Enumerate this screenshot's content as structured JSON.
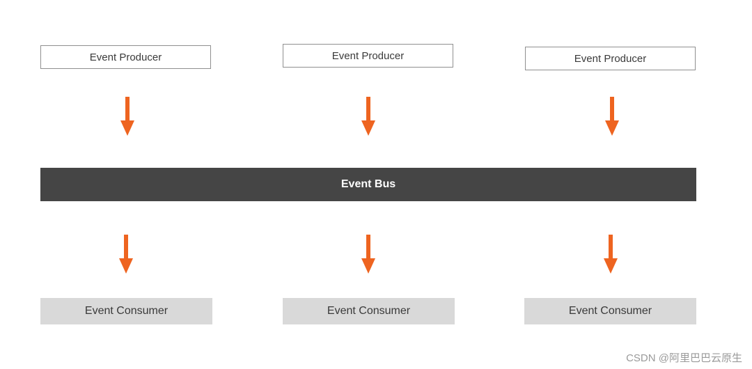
{
  "producers": [
    {
      "label": "Event Producer"
    },
    {
      "label": "Event Producer"
    },
    {
      "label": "Event Producer"
    }
  ],
  "bus": {
    "label": "Event Bus"
  },
  "consumers": [
    {
      "label": "Event Consumer"
    },
    {
      "label": "Event Consumer"
    },
    {
      "label": "Event Consumer"
    }
  ],
  "watermark": {
    "text": "CSDN @阿里巴巴云原生"
  },
  "colors": {
    "arrow": "#ee6420",
    "bus": "#454545",
    "consumer_fill": "#d9d9d9",
    "producer_border": "#8f8f8f"
  }
}
